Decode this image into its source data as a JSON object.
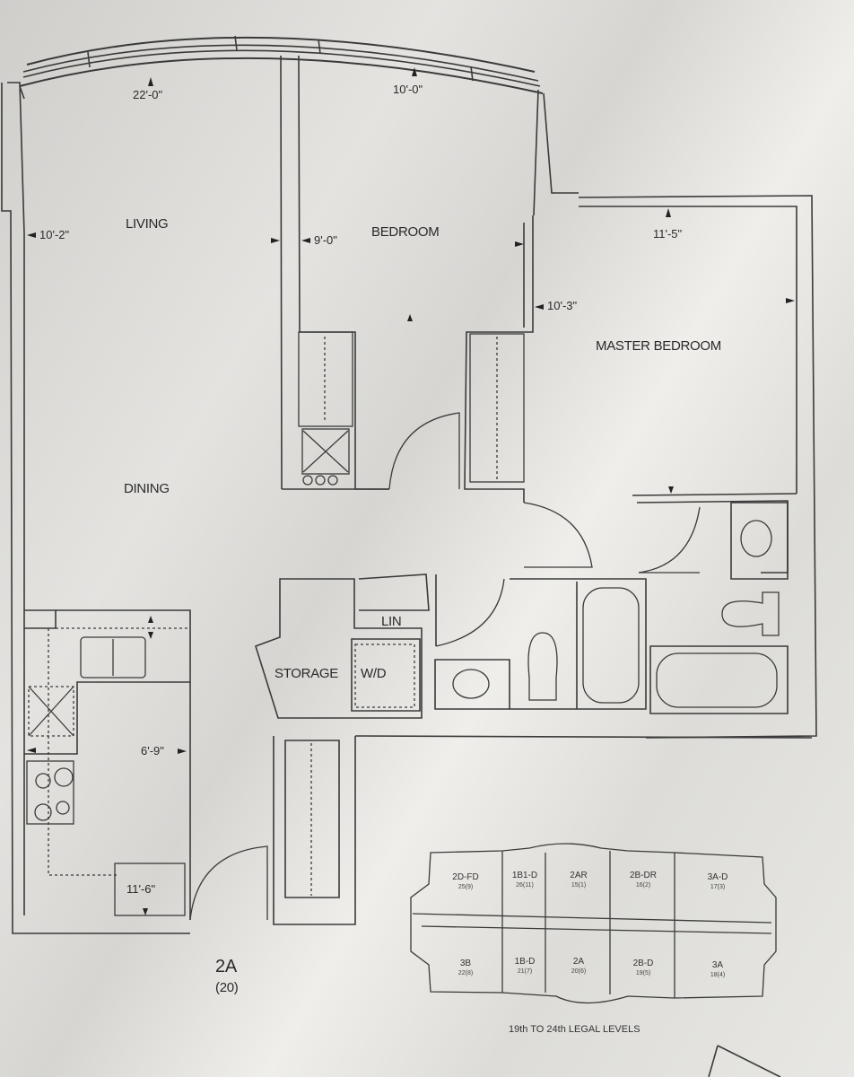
{
  "plan": {
    "unit_name": "2A",
    "unit_number": "(20)",
    "levels_caption": "19th TO 24th LEGAL LEVELS"
  },
  "rooms": {
    "living": "LIVING",
    "dining": "DINING",
    "bedroom": "BEDROOM",
    "master_bedroom": "MASTER BEDROOM",
    "storage": "STORAGE",
    "washer_dryer": "W/D",
    "linen": "LIN"
  },
  "dimensions": {
    "living_width": "22'-0\"",
    "living_depth": "10'-2\"",
    "bedroom_width": "10'-0\"",
    "bedroom_depth": "9'-0\"",
    "master_width": "11'-5\"",
    "master_depth": "10'-3\"",
    "kitchen_width": "6'-9\"",
    "kitchen_depth": "11'-6\""
  },
  "key_plan": {
    "units_top": [
      {
        "name": "2D-FD",
        "num": "25(9)"
      },
      {
        "name": "1B1-D",
        "num": "26(11)"
      },
      {
        "name": "2AR",
        "num": "15(1)"
      },
      {
        "name": "2B-DR",
        "num": "16(2)"
      },
      {
        "name": "3A-D",
        "num": "17(3)"
      }
    ],
    "units_bottom": [
      {
        "name": "3B",
        "num": "22(8)"
      },
      {
        "name": "1B-D",
        "num": "21(7)"
      },
      {
        "name": "2A",
        "num": "20(6)"
      },
      {
        "name": "2B-D",
        "num": "19(5)"
      },
      {
        "name": "3A",
        "num": "18(4)"
      }
    ]
  }
}
